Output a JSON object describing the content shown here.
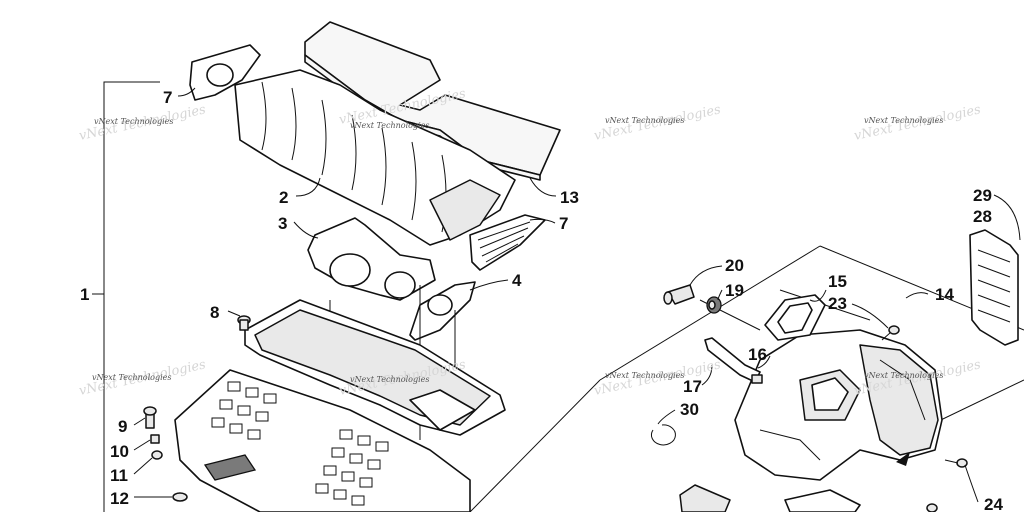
{
  "diagram": {
    "watermark_text": "vNext Technologies",
    "callouts": [
      {
        "id": "c1",
        "text": "1"
      },
      {
        "id": "c2",
        "text": "2"
      },
      {
        "id": "c3",
        "text": "3"
      },
      {
        "id": "c4",
        "text": "4"
      },
      {
        "id": "c7a",
        "text": "7"
      },
      {
        "id": "c7b",
        "text": "7"
      },
      {
        "id": "c8",
        "text": "8"
      },
      {
        "id": "c9",
        "text": "9"
      },
      {
        "id": "c10",
        "text": "10"
      },
      {
        "id": "c11",
        "text": "11"
      },
      {
        "id": "c12",
        "text": "12"
      },
      {
        "id": "c13",
        "text": "13"
      },
      {
        "id": "c14",
        "text": "14"
      },
      {
        "id": "c15",
        "text": "15"
      },
      {
        "id": "c16",
        "text": "16"
      },
      {
        "id": "c17",
        "text": "17"
      },
      {
        "id": "c19",
        "text": "19"
      },
      {
        "id": "c20",
        "text": "20"
      },
      {
        "id": "c23",
        "text": "23"
      },
      {
        "id": "c24",
        "text": "24"
      },
      {
        "id": "c28",
        "text": "28"
      },
      {
        "id": "c29",
        "text": "29"
      },
      {
        "id": "c30",
        "text": "30"
      }
    ]
  }
}
